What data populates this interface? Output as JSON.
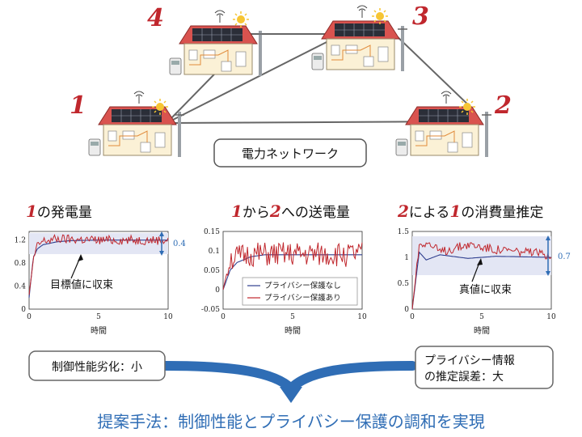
{
  "network": {
    "label": "電力ネットワーク",
    "house_numbers": [
      "1",
      "2",
      "3",
      "4"
    ]
  },
  "plots": [
    {
      "title_num": "1",
      "title_text": "の発電量",
      "annotation": "目標値に収束",
      "range_value": "0.4",
      "xlabel": "時間",
      "xticks": [
        "0",
        "5",
        "10"
      ],
      "yticks": [
        "0",
        "0.4",
        "0.8",
        "1.2"
      ]
    },
    {
      "title_num_a": "1",
      "title_text_a": "から",
      "title_num_b": "2",
      "title_text_b": "への送電量",
      "xlabel": "時間",
      "xticks": [
        "0",
        "5",
        "10"
      ],
      "yticks": [
        "-0.05",
        "0",
        "0.05",
        "0.1",
        "0.15"
      ],
      "legend": [
        "プライバシー保護なし",
        "プライバシー保護あり"
      ]
    },
    {
      "title_num_a": "2",
      "title_text_a": "による",
      "title_num_b": "1",
      "title_text_b": "の消費量推定",
      "annotation": "真値に収束",
      "range_value": "0.7",
      "xlabel": "時間",
      "xticks": [
        "0",
        "5",
        "10"
      ],
      "yticks": [
        "0",
        "0.5",
        "1",
        "1.5"
      ]
    }
  ],
  "callouts": {
    "left": "制御性能劣化：小",
    "right_line1": "プライバシー情報",
    "right_line2": "の推定誤差：大"
  },
  "conclusion": "提案手法：制御性能とプライバシー保護の調和を実現",
  "colors": {
    "accent_red": "#c0272d",
    "line_blue": "#2f3f8f",
    "arrow_blue": "#2f6db5",
    "band": "#e3e6f4"
  },
  "chart_data": [
    {
      "type": "line",
      "title": "1の発電量",
      "xlabel": "時間",
      "ylabel": "",
      "xlim": [
        0,
        10
      ],
      "ylim": [
        0,
        1.35
      ],
      "series": [
        {
          "values": [
            [
              0,
              0.2
            ],
            [
              0.3,
              0.9
            ],
            [
              0.6,
              1.05
            ],
            [
              1,
              1.12
            ],
            [
              2,
              1.17
            ],
            [
              3,
              1.19
            ],
            [
              5,
              1.2
            ],
            [
              10,
              1.2
            ]
          ]
        },
        {
          "values": [
            [
              0,
              0.25
            ],
            [
              0.3,
              0.85
            ],
            [
              0.6,
              1.1
            ],
            [
              1,
              1.18
            ],
            [
              2,
              1.22
            ],
            [
              5,
              1.2
            ],
            [
              10,
              1.2
            ]
          ]
        }
      ]
    },
    {
      "type": "line",
      "title": "1から2への送電量",
      "xlabel": "時間",
      "ylabel": "",
      "xlim": [
        0,
        10
      ],
      "ylim": [
        -0.05,
        0.15
      ],
      "series": [
        {
          "name": "プライバシー保護なし",
          "values": [
            [
              0,
              0.0
            ],
            [
              0.5,
              0.05
            ],
            [
              1,
              0.07
            ],
            [
              2,
              0.085
            ],
            [
              3,
              0.09
            ],
            [
              10,
              0.09
            ]
          ]
        },
        {
          "name": "プライバシー保護あり",
          "values": [
            [
              0,
              0.0
            ],
            [
              0.5,
              0.08
            ],
            [
              2,
              0.09
            ],
            [
              5,
              0.09
            ],
            [
              10,
              0.09
            ]
          ]
        }
      ]
    },
    {
      "type": "line",
      "title": "2による1の消費量推定",
      "xlabel": "時間",
      "ylabel": "",
      "xlim": [
        0,
        10
      ],
      "ylim": [
        0,
        1.5
      ],
      "series": [
        {
          "values": [
            [
              0,
              0.0
            ],
            [
              0.5,
              1.1
            ],
            [
              1,
              0.95
            ],
            [
              2,
              1.05
            ],
            [
              4,
              0.98
            ],
            [
              6,
              1.02
            ],
            [
              10,
              1.0
            ]
          ]
        },
        {
          "values": [
            [
              0,
              0.0
            ],
            [
              0.5,
              1.25
            ],
            [
              1,
              1.3
            ],
            [
              2,
              1.1
            ],
            [
              4,
              1.25
            ],
            [
              6,
              1.15
            ],
            [
              10,
              1.05
            ]
          ]
        }
      ]
    }
  ]
}
